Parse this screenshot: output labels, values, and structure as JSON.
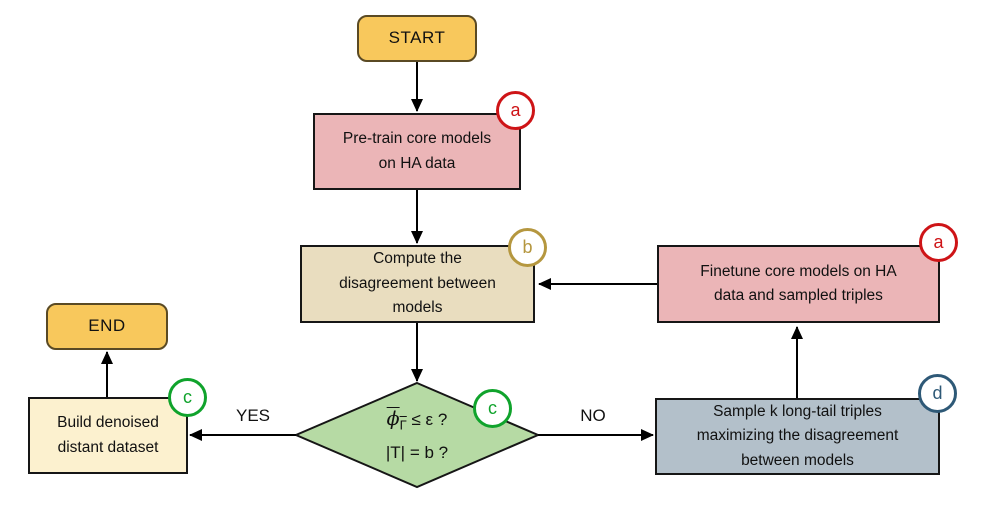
{
  "nodes": {
    "start": {
      "label": "START"
    },
    "pretrain": {
      "label": "Pre-train core models\non HA data",
      "badge": "a"
    },
    "compute": {
      "label": "Compute the\ndisagreement between\nmodels",
      "badge": "b"
    },
    "decision": {
      "badge": "c",
      "phi": "ϕ",
      "phi_sub": "Γ",
      "cond1_rest": " ≤ ε ?",
      "cond2": "|T| = b ?"
    },
    "build": {
      "label": "Build denoised\ndistant dataset",
      "badge": "c"
    },
    "end": {
      "label": "END"
    },
    "sample": {
      "label": "Sample k long-tail triples\nmaximizing the disagreement\nbetween models",
      "badge": "d"
    },
    "finetune": {
      "label": "Finetune core models on HA\ndata and sampled triples",
      "badge": "a"
    }
  },
  "edge_labels": {
    "yes": "YES",
    "no": "NO"
  },
  "colors": {
    "terminal_fill": "#F8C85C",
    "terminal_border": "#5A4A24",
    "pink_fill": "#EBB5B7",
    "tan_fill": "#E9DDBF",
    "green_fill": "#B6DAA4",
    "cream_fill": "#FCF1CF",
    "slate_fill": "#B3C0CA",
    "node_border": "#161616",
    "arrow_color": "#000000",
    "badge_red": "#CE1417",
    "badge_gold": "#B5973F",
    "badge_green": "#10A32C",
    "badge_slate": "#2E5977"
  }
}
